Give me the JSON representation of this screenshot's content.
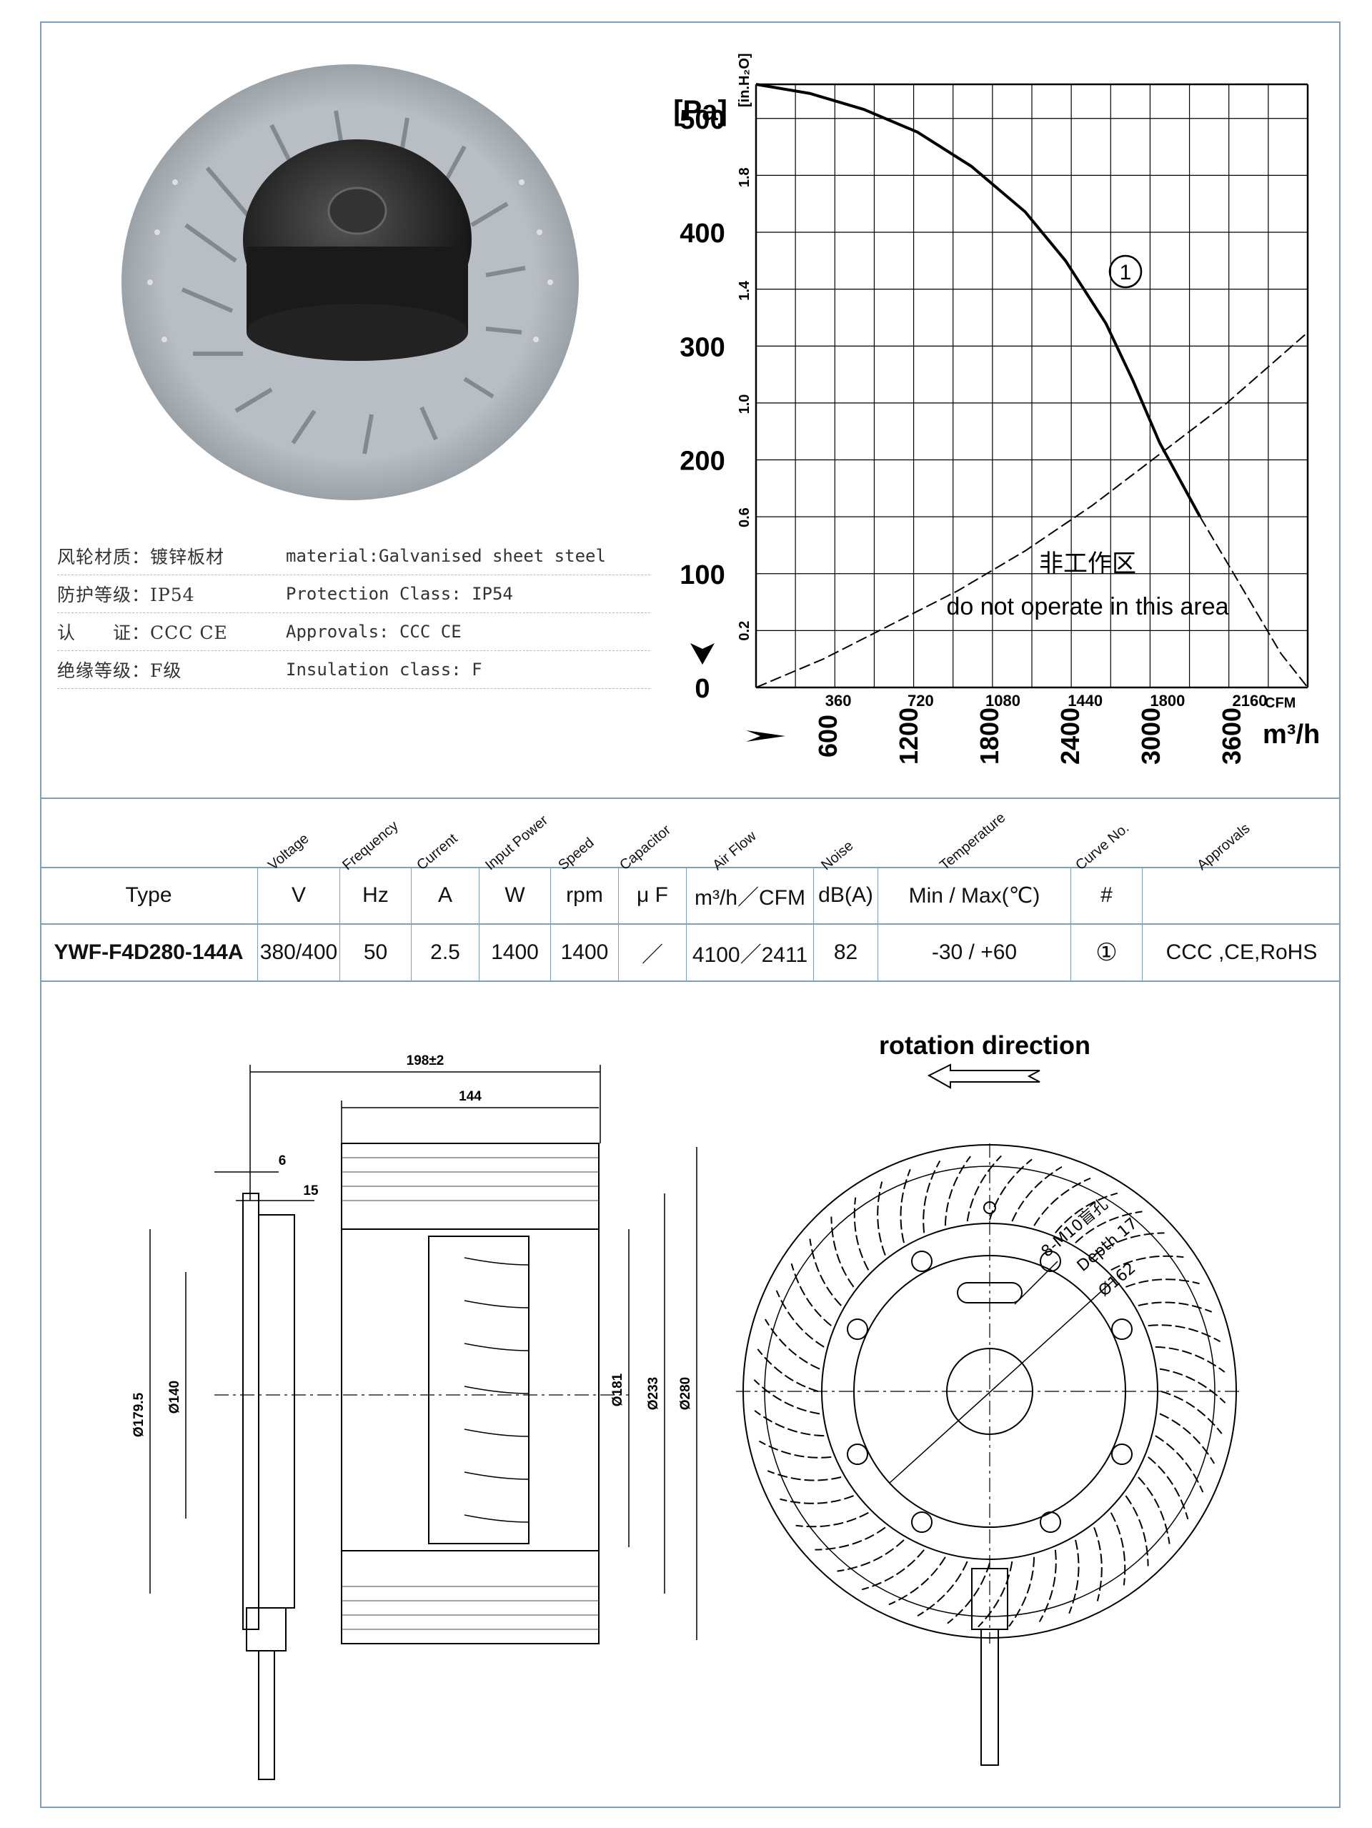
{
  "specs": [
    {
      "cn": "风轮材质：镀锌板材",
      "en": "material:Galvanised sheet steel"
    },
    {
      "cn": "防护等级：IP54",
      "en": "Protection Class: IP54"
    },
    {
      "cn": "认　　证：CCC CE",
      "en": "Approvals: CCC  CE"
    },
    {
      "cn": "绝缘等级：F级",
      "en": "Insulation class: F"
    }
  ],
  "chart_data": {
    "type": "line",
    "y_unit_left": "[Pa]",
    "y_unit_right": "[in.H₂O]",
    "y_ticks_pa": [
      "500",
      "400",
      "300",
      "200",
      "100",
      "0"
    ],
    "y_ticks_inh2o": [
      "1.8",
      "1.4",
      "1.0",
      "0.6",
      "0.2"
    ],
    "x_ticks_cfm": [
      "360",
      "720",
      "1080",
      "1440",
      "1800",
      "2160"
    ],
    "x_unit_cfm": "CFM",
    "x_ticks_m3h": [
      "600",
      "1200",
      "1800",
      "2400",
      "3000",
      "3600"
    ],
    "x_unit_m3h": "m³/h",
    "xlim_m3h": [
      0,
      4100
    ],
    "ylim_pa": [
      0,
      530
    ],
    "curve_label": "1",
    "series": [
      {
        "x": [
          0,
          400,
          800,
          1200,
          1600,
          2000,
          2300,
          2600,
          2800,
          3000,
          3300,
          3600,
          3900,
          4100
        ],
        "y": [
          530,
          522,
          508,
          488,
          458,
          418,
          375,
          320,
          270,
          215,
          150,
          90,
          30,
          0
        ]
      }
    ],
    "system_line": {
      "x": [
        0,
        500,
        1000,
        1500,
        2000,
        2500,
        3000,
        3500,
        4100
      ],
      "y": [
        0,
        25,
        55,
        85,
        120,
        160,
        205,
        250,
        312
      ]
    },
    "annotation_cn": "非工作区",
    "annotation_en": "do not operate in this area"
  },
  "table": {
    "headers": [
      "Voltage",
      "Frequency",
      "Current",
      "Input Power",
      "Speed",
      "Capacitor",
      "Air Flow",
      "Noise",
      "Temperature",
      "Curve No.",
      "Approvals"
    ],
    "units": [
      "Type",
      "V",
      "Hz",
      "A",
      "W",
      "rpm",
      "μ F",
      "m³/h／CFM",
      "dB(A)",
      "Min / Max(℃)",
      "#",
      ""
    ],
    "row": [
      "YWF-F4D280-144A",
      "380/400",
      "50",
      "2.5",
      "1400",
      "1400",
      "／",
      "4100／2411",
      "82",
      "-30 / +60",
      "①",
      "CCC ,CE,RoHS"
    ]
  },
  "drawing": {
    "rotation_label": "rotation direction",
    "dims": [
      "198±2",
      "144",
      "6",
      "15",
      "Ø179.5",
      "Ø140",
      "Ø181",
      "Ø233",
      "Ø280"
    ],
    "hole_note": [
      "8-M10盲孔",
      "Depth 17",
      "Ø162"
    ]
  }
}
